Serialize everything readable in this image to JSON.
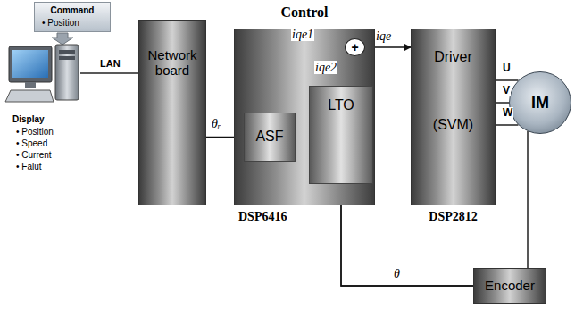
{
  "diagram": {
    "nodes": [
      {
        "text": [
          "Command",
          "• Position"
        ]
      },
      {
        "text": [
          "Network board"
        ]
      },
      {
        "text": [
          "Control",
          "DSP6416"
        ]
      },
      {
        "text": [
          "ASF"
        ],
        "in": 2
      },
      {
        "text": [
          "LTO"
        ],
        "in": 2
      },
      {
        "text": [
          "+"
        ],
        "in": 2
      },
      {
        "text": [
          "Driver",
          "(SVM)",
          "DSP2812"
        ]
      },
      {
        "text": [
          "IM"
        ]
      },
      {
        "text": [
          "Encoder"
        ]
      }
    ],
    "edges": [
      {
        "from": 1,
        "to": 3,
        "arrow": "none",
        "label": "θᵣ"
      },
      {
        "from": 3,
        "to": 5,
        "arrow": "none",
        "label": "iqe1"
      },
      {
        "from": 4,
        "to": 5,
        "arrow": "none",
        "label": "iqe2"
      },
      {
        "from": 5,
        "to": 6,
        "arrow": "to",
        "label": "iqe"
      },
      {
        "from": 6,
        "to": 7,
        "arrow": "none",
        "label": "U"
      },
      {
        "from": 6,
        "to": 7,
        "arrow": "none",
        "label": "V"
      },
      {
        "from": 6,
        "to": 7,
        "arrow": "none",
        "label": "W"
      },
      {
        "from": 7,
        "to": 8,
        "arrow": "none"
      },
      {
        "from": 8,
        "to": 4,
        "arrow": "none",
        "label": "θ"
      },
      {
        "from": 8,
        "to": 3,
        "arrow": "none"
      }
    ],
    "labels": [
      "LAN",
      "Display",
      "• Position",
      "• Speed",
      "• Current",
      "• Falut"
    ]
  }
}
